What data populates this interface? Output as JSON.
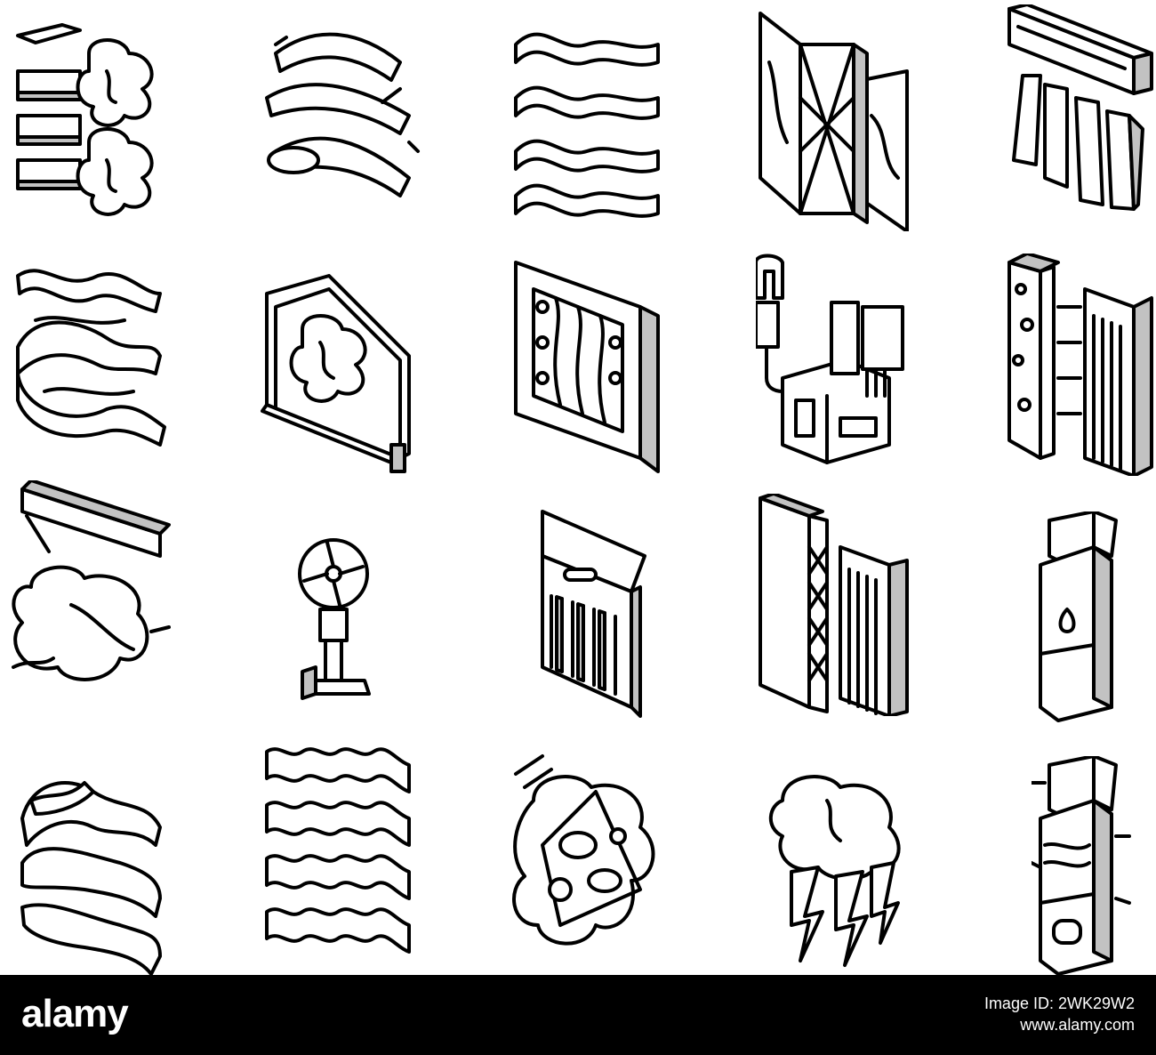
{
  "footer": {
    "brand": "alamy",
    "image_id_label": "Image ID: 2WK29W2",
    "site": "www.alamy.com"
  },
  "icons": [
    "wall-cloud-icon",
    "dust-wind-icon",
    "wave-layers-icon",
    "cross-filter-icon",
    "air-conditioner-icon",
    "wave-stack-icon",
    "house-cloud-icon",
    "panel-filter-icon",
    "pipe-machine-icon",
    "dotted-filter-icon",
    "ceiling-cloud-icon",
    "standing-fan-icon",
    "pleated-filter-icon",
    "tall-filter-icon",
    "water-filter-bag-icon",
    "swirl-stack-icon",
    "corrugated-layers-icon",
    "dust-particle-icon",
    "storm-cloud-icon",
    "tagged-filter-bag-icon"
  ]
}
